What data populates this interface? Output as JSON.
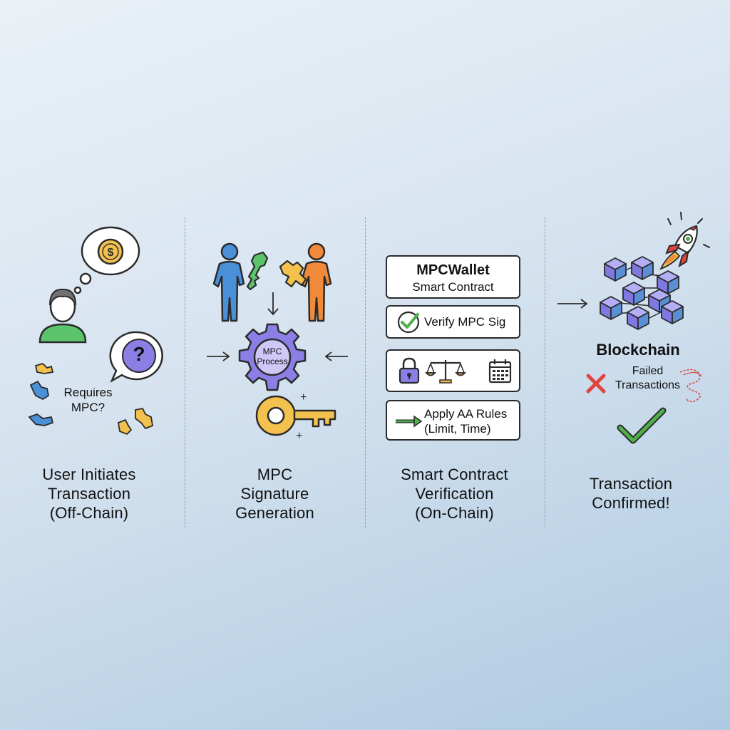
{
  "step1": {
    "caption": [
      "User Initiates",
      "Transaction",
      "(Off-Chain)"
    ],
    "question_text": [
      "Requires",
      "MPC?"
    ],
    "thought_icon": "dollar-coin-icon",
    "question_icon": "question-mark-icon"
  },
  "step2": {
    "caption": [
      "MPC",
      "Signature",
      "Generation"
    ],
    "gear_label": [
      "MPC",
      "Process"
    ]
  },
  "step3": {
    "caption": [
      "Smart Contract",
      "Verification",
      "(On-Chain)"
    ],
    "card1": [
      "MPCWallet",
      "Smart Contract"
    ],
    "card2": "Verify MPC Sig",
    "card4": [
      "Apply AA Rules",
      "(Limit, Time)"
    ]
  },
  "step4": {
    "title": "Blockchain",
    "failed": [
      "Failed",
      "Transactions"
    ],
    "caption": [
      "Transaction",
      "Confirmed!"
    ]
  },
  "colors": {
    "blue": "#4a90d9",
    "green": "#4fb04a",
    "orange": "#f08a3a",
    "purple": "#8b7fe6",
    "yellow": "#f2c14e",
    "red": "#e0443e"
  }
}
